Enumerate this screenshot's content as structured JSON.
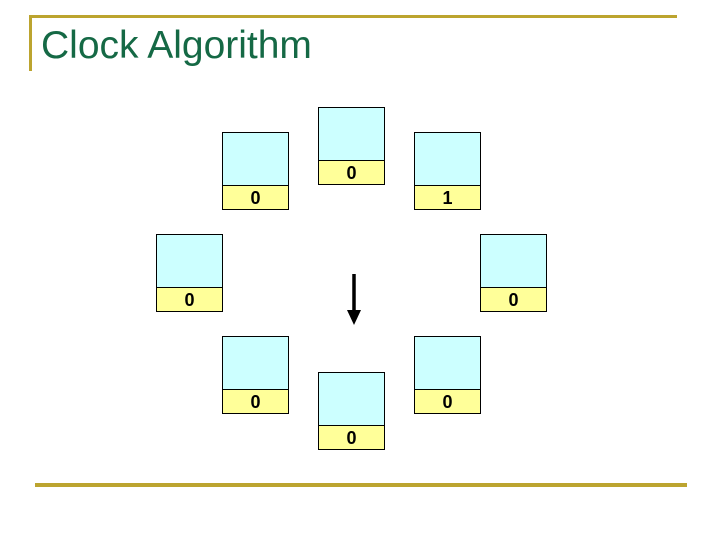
{
  "slide": {
    "title": "Clock Algorithm"
  },
  "colors": {
    "title_green": "#156945",
    "gold": "#BCA42F",
    "frame_fill": "#CCFFFF",
    "bit_fill": "#FFFF99",
    "arrow": "#000000"
  },
  "diagram": {
    "frames": [
      {
        "position": "top",
        "bit": "0"
      },
      {
        "position": "top-right",
        "bit": "1"
      },
      {
        "position": "right",
        "bit": "0"
      },
      {
        "position": "bottom-right",
        "bit": "0"
      },
      {
        "position": "bottom",
        "bit": "0"
      },
      {
        "position": "bottom-left",
        "bit": "0"
      },
      {
        "position": "left",
        "bit": "0"
      },
      {
        "position": "top-left",
        "bit": "0"
      }
    ],
    "pointer_icon": "down-arrow"
  }
}
